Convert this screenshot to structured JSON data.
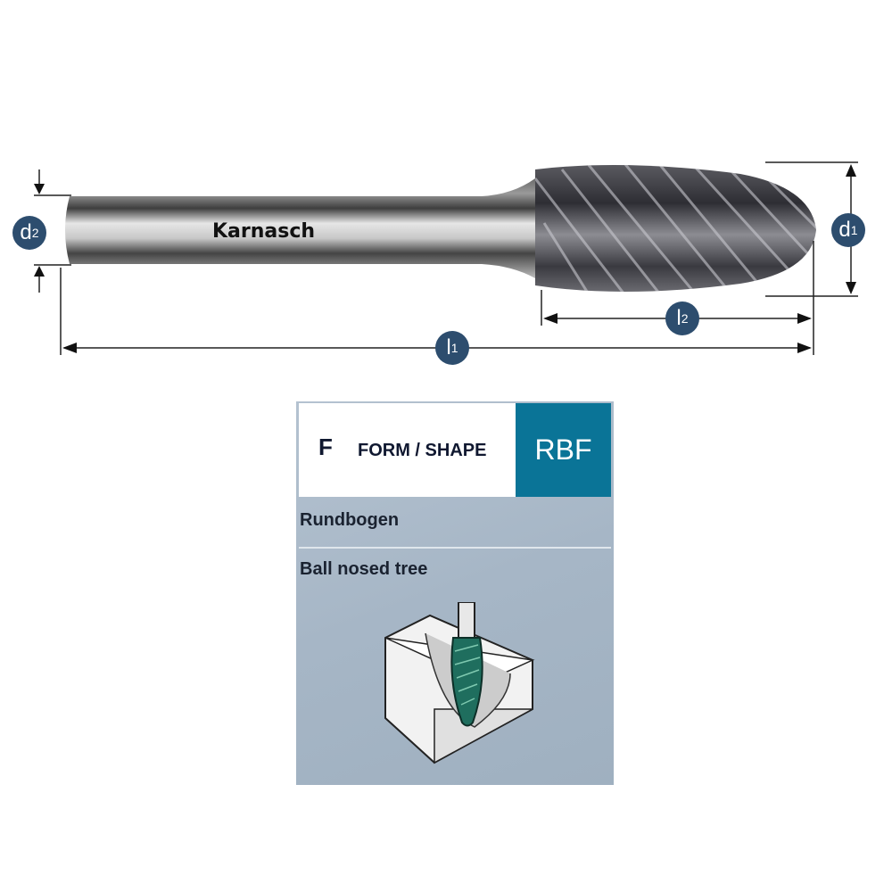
{
  "drawing": {
    "brand": "Karnasch",
    "labels": {
      "d1": {
        "main": "d",
        "sub": "1"
      },
      "d2": {
        "main": "d",
        "sub": "2"
      },
      "l1": {
        "main": "l",
        "sub": "1"
      },
      "l2": {
        "main": "l",
        "sub": "2"
      }
    },
    "badge_color": "#2d4d6e"
  },
  "card": {
    "shape_letter": "F",
    "form_label": "FORM / SHAPE",
    "shape_code": "RBF",
    "name_de": "Rundbogen",
    "name_en": "Ball nosed tree",
    "accent_color": "#0a7497"
  }
}
